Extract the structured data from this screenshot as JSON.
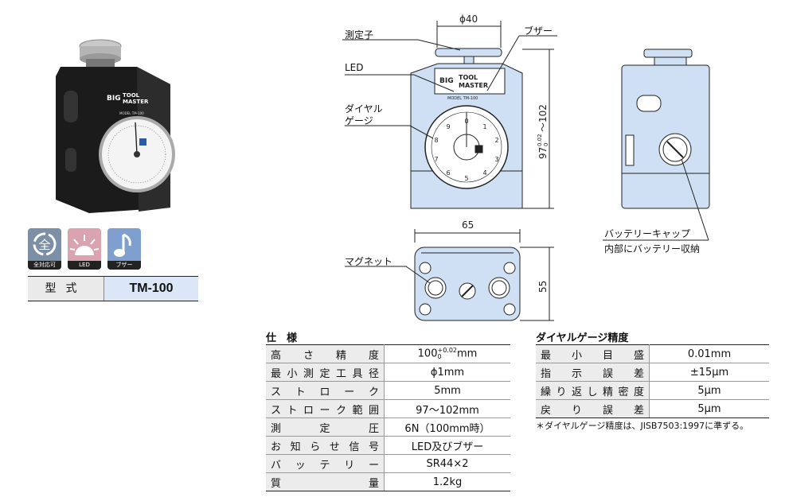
{
  "product": {
    "brand_logo": "BIG",
    "brand_line1": "TOOL",
    "brand_line2": "MASTER",
    "device_model_label": "MODEL TM-100",
    "icons": [
      {
        "name": "全対応可",
        "color": "#7b8fa6"
      },
      {
        "name": "LED",
        "color": "#d9a3b0"
      },
      {
        "name": "ブザー",
        "color": "#7fa0cf"
      }
    ],
    "model_key": "型式",
    "model_value": "TM-100"
  },
  "drawing": {
    "dim_width_top": "ϕ40",
    "label_probe": "測定子",
    "label_buzzer": "ブザー",
    "label_led": "LED",
    "label_dial_1": "ダイヤル",
    "label_dial_2": "ゲージ",
    "dim_height": "97",
    "dim_height_tol_upper": "0.02",
    "dim_height_tol_lower": "0",
    "dim_height_range": "〜102",
    "dim_width_bottom": "65",
    "dim_depth": "55",
    "label_magnet": "マグネット",
    "label_battery_cap": "バッテリーキャップ",
    "label_battery_inside": "内部にバッテリー収納",
    "front_brand": "BIG",
    "front_title1": "TOOL",
    "front_title2": "MASTER",
    "front_model": "MODEL TM-100",
    "dial_numbers": [
      "0",
      "1",
      "2",
      "3",
      "4",
      "5",
      "6",
      "7",
      "8",
      "9"
    ]
  },
  "spec": {
    "title": "仕　様",
    "rows": [
      {
        "key": "高さ精度",
        "value": "100",
        "value_sup": "+0.02",
        "value_sub": "0",
        "value_unit": "mm"
      },
      {
        "key": "最小測定工具径",
        "value": "ϕ1mm"
      },
      {
        "key": "ストローク",
        "value": "5mm"
      },
      {
        "key": "ストローク範囲",
        "value": "97〜102mm"
      },
      {
        "key": "測定圧",
        "value": "6N（100mm時）"
      },
      {
        "key": "お知らせ信号",
        "value": "LED及びブザー"
      },
      {
        "key": "バッテリー",
        "value": "SR44×2"
      },
      {
        "key": "質量",
        "value": "1.2kg"
      }
    ]
  },
  "dial_accuracy": {
    "title": "ダイヤルゲージ精度",
    "rows": [
      {
        "key": "最小目盛",
        "value": "0.01mm"
      },
      {
        "key": "指示誤差",
        "value": "±15μm"
      },
      {
        "key": "繰り返し精密度",
        "value": "5μm"
      },
      {
        "key": "戻り誤差",
        "value": "5μm"
      }
    ],
    "note": "＊ダイヤルゲージ精度は、JISB7503:1997に準ずる。"
  }
}
